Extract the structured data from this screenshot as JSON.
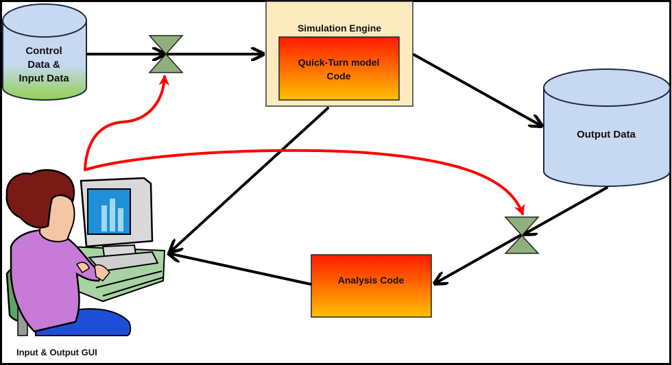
{
  "diagram": {
    "nodes": {
      "control_input": {
        "lines": [
          "Control",
          "Data &",
          "Input Data"
        ],
        "shape": "cylinder",
        "fill_top": "#c6d9f1",
        "fill_bottom": "#92d050"
      },
      "simulation_engine": {
        "title": "Simulation Engine",
        "fill": "#fdebc0"
      },
      "quick_turn": {
        "lines": [
          "Quick-Turn model",
          "Code"
        ],
        "gradient_top": "#ff1a00",
        "gradient_bottom": "#ffc000"
      },
      "output_data": {
        "label": "Output Data",
        "shape": "cylinder",
        "fill": "#c6d9f1"
      },
      "analysis_code": {
        "label": "Analysis Code",
        "gradient_top": "#ff1a00",
        "gradient_bottom": "#ffc000"
      },
      "gui": {
        "label": "Input & Output GUI"
      }
    },
    "valves": [
      {
        "name": "input-valve",
        "fill": "#8fb07a"
      },
      {
        "name": "output-valve",
        "fill": "#8fb07a"
      }
    ],
    "edges": [
      {
        "from": "control_input",
        "to": "input-valve",
        "color": "#000000"
      },
      {
        "from": "input-valve",
        "to": "simulation_engine",
        "color": "#000000"
      },
      {
        "from": "simulation_engine",
        "to": "output_data",
        "color": "#000000"
      },
      {
        "from": "simulation_engine",
        "to": "gui",
        "color": "#000000"
      },
      {
        "from": "output_data",
        "to": "output-valve",
        "color": "#000000"
      },
      {
        "from": "output-valve",
        "to": "analysis_code",
        "color": "#000000"
      },
      {
        "from": "analysis_code",
        "to": "gui",
        "color": "#000000"
      },
      {
        "from": "gui",
        "to": "input-valve",
        "color": "#ff0000",
        "kind": "control"
      },
      {
        "from": "gui",
        "to": "output-valve",
        "color": "#ff0000",
        "kind": "control"
      }
    ]
  }
}
